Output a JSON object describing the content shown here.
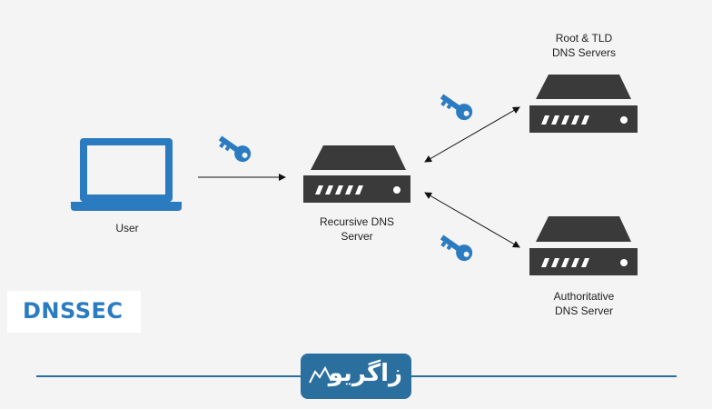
{
  "nodes": {
    "user": {
      "label": "User"
    },
    "recursive": {
      "label_line1": "Recursive DNS",
      "label_line2": "Server"
    },
    "root": {
      "label_line1": "Root & TLD",
      "label_line2": "DNS Servers"
    },
    "authoritative": {
      "label_line1": "Authoritative",
      "label_line2": "DNS Server"
    }
  },
  "badge": {
    "text": "DNSSEC"
  },
  "logo": {
    "text": "زاگریو"
  },
  "colors": {
    "accent": "#2a7bbf",
    "server": "#3a3a3a",
    "footer": "#2a6f9e",
    "background": "#f4f4f4"
  },
  "icons": [
    "laptop-icon",
    "server-icon",
    "key-icon"
  ]
}
